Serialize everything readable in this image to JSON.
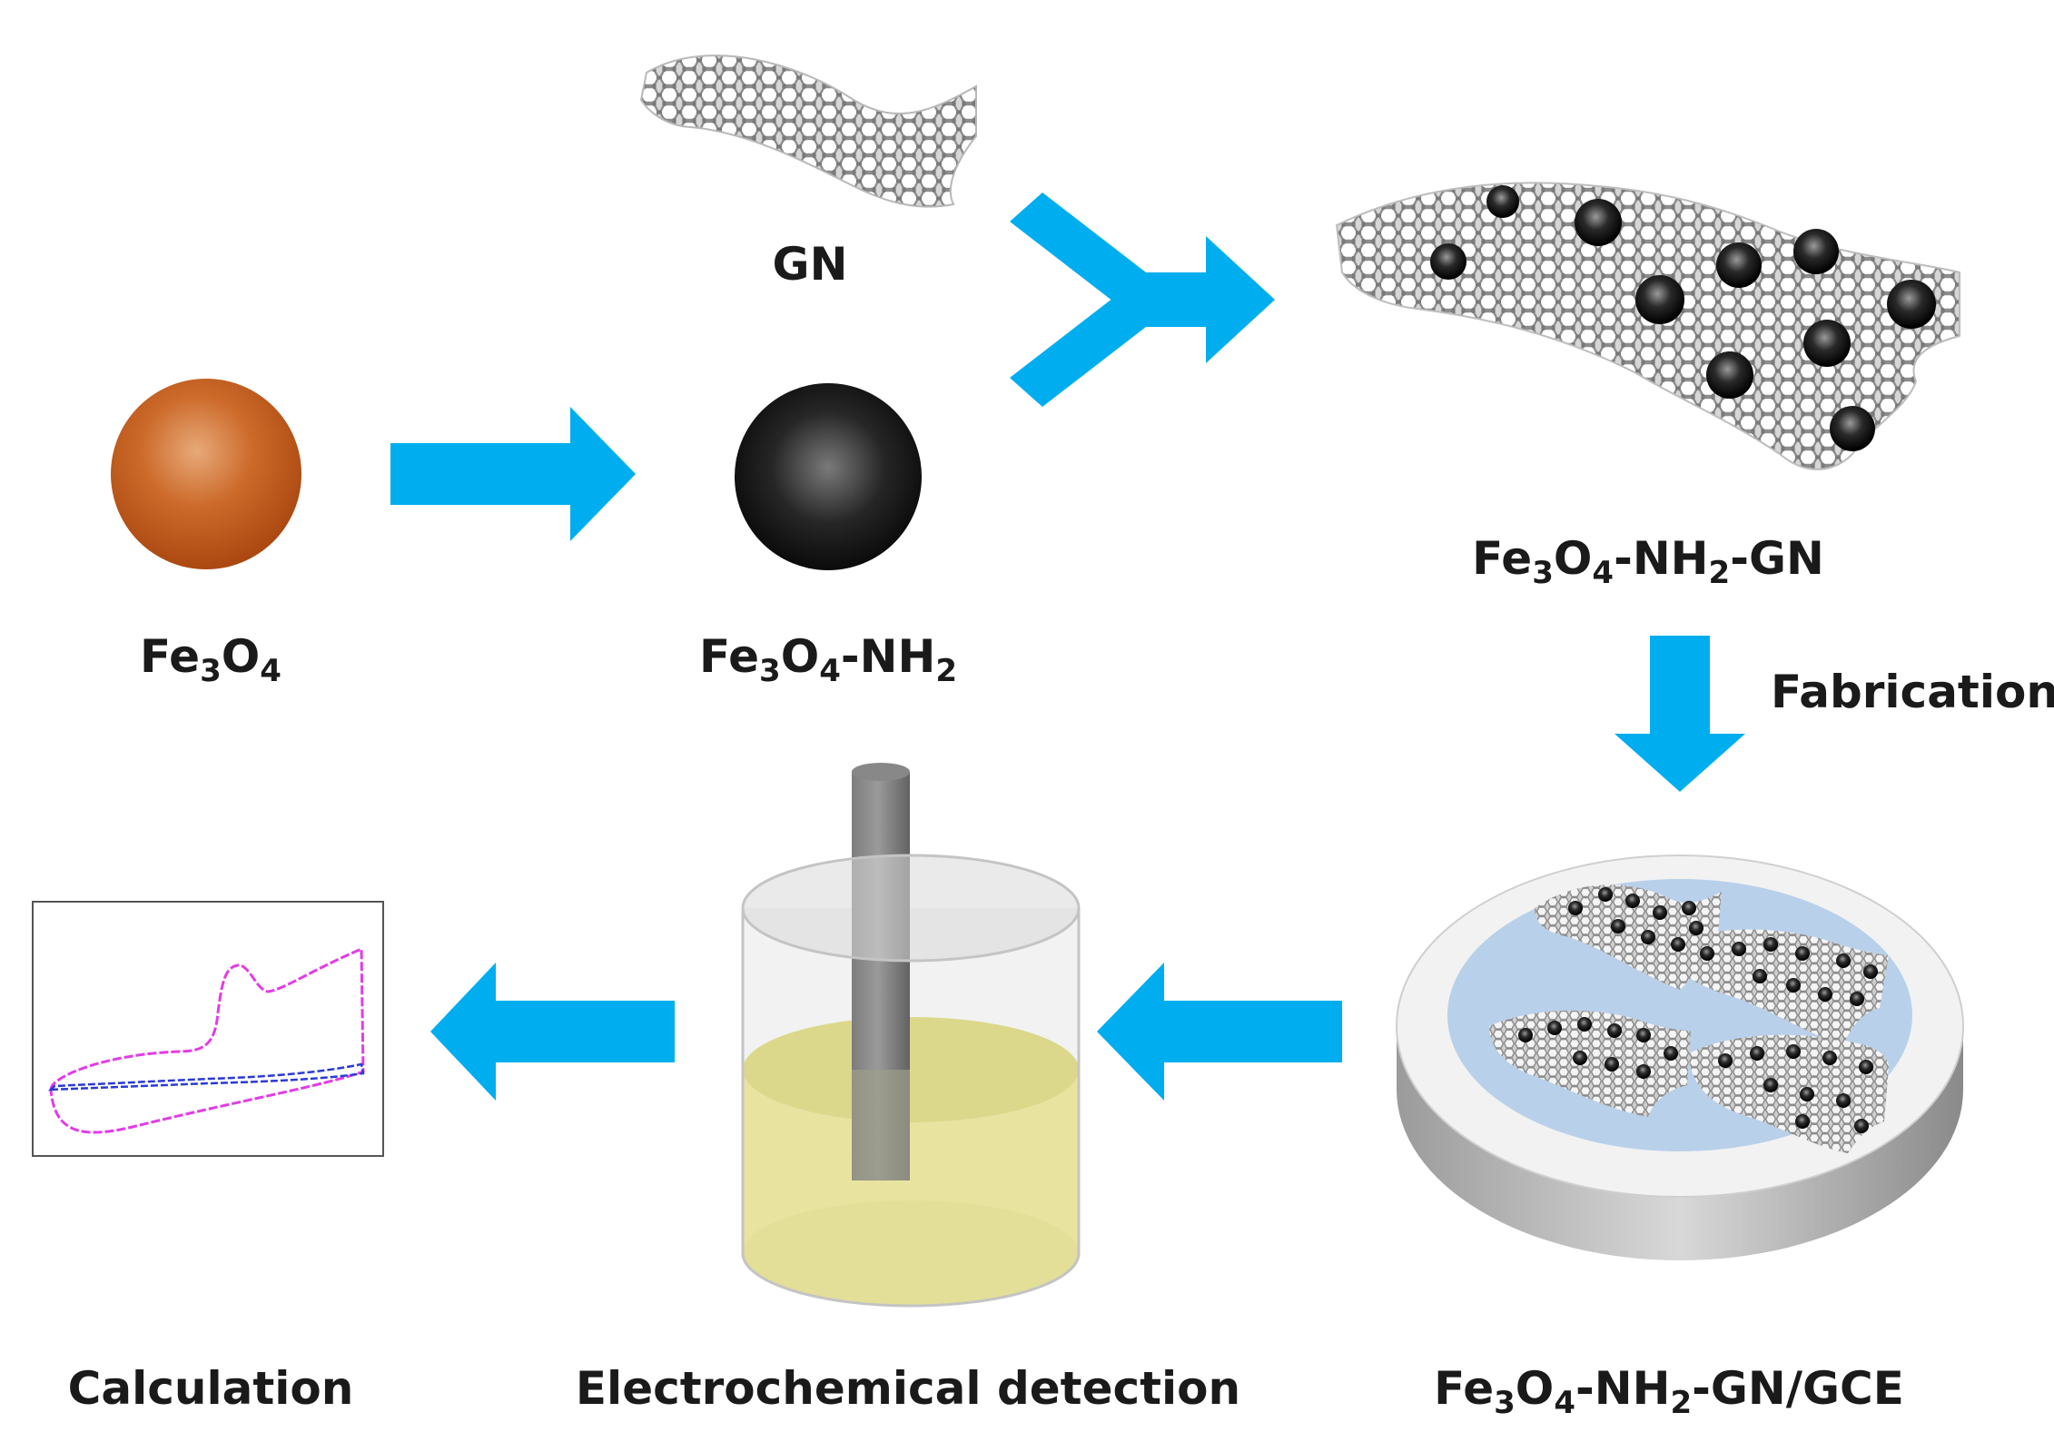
{
  "labels": {
    "gn": "GN",
    "fe3o4": {
      "p1": "Fe",
      "s1": "3",
      "p2": "O",
      "s2": "4"
    },
    "fe3o4_nh2": {
      "p1": "Fe",
      "s1": "3",
      "p2": "O",
      "s2": "4",
      "p3": "-NH",
      "s3": "2"
    },
    "fe3o4_nh2_gn": {
      "p1": "Fe",
      "s1": "3",
      "p2": "O",
      "s2": "4",
      "p3": "-NH",
      "s3": "2",
      "p4": "-GN"
    },
    "fabrication": "Fabrication",
    "fe3o4_nh2_gn_gce": {
      "p1": "Fe",
      "s1": "3",
      "p2": "O",
      "s2": "4",
      "p3": "-NH",
      "s3": "2",
      "p4": "-GN/GCE"
    },
    "electrochemical_detection": "Electrochemical detection",
    "calculation": "Calculation"
  },
  "colors": {
    "arrow": "#00aeef",
    "fe3o4_sphere": "#c0561b",
    "nh2_sphere": "#111111",
    "graphene": "#9a9a9a",
    "electrode_disc": "#b9d0ea",
    "solution": "#e8e4a0",
    "cv_curve_outer": "#e23ce6",
    "cv_curve_inner": "#2a3ad6"
  },
  "icons": {
    "arrows": "right-arrow, merge-arrow, down-arrow, left-arrow",
    "cv_plot": "cyclic-voltammogram-icon"
  }
}
